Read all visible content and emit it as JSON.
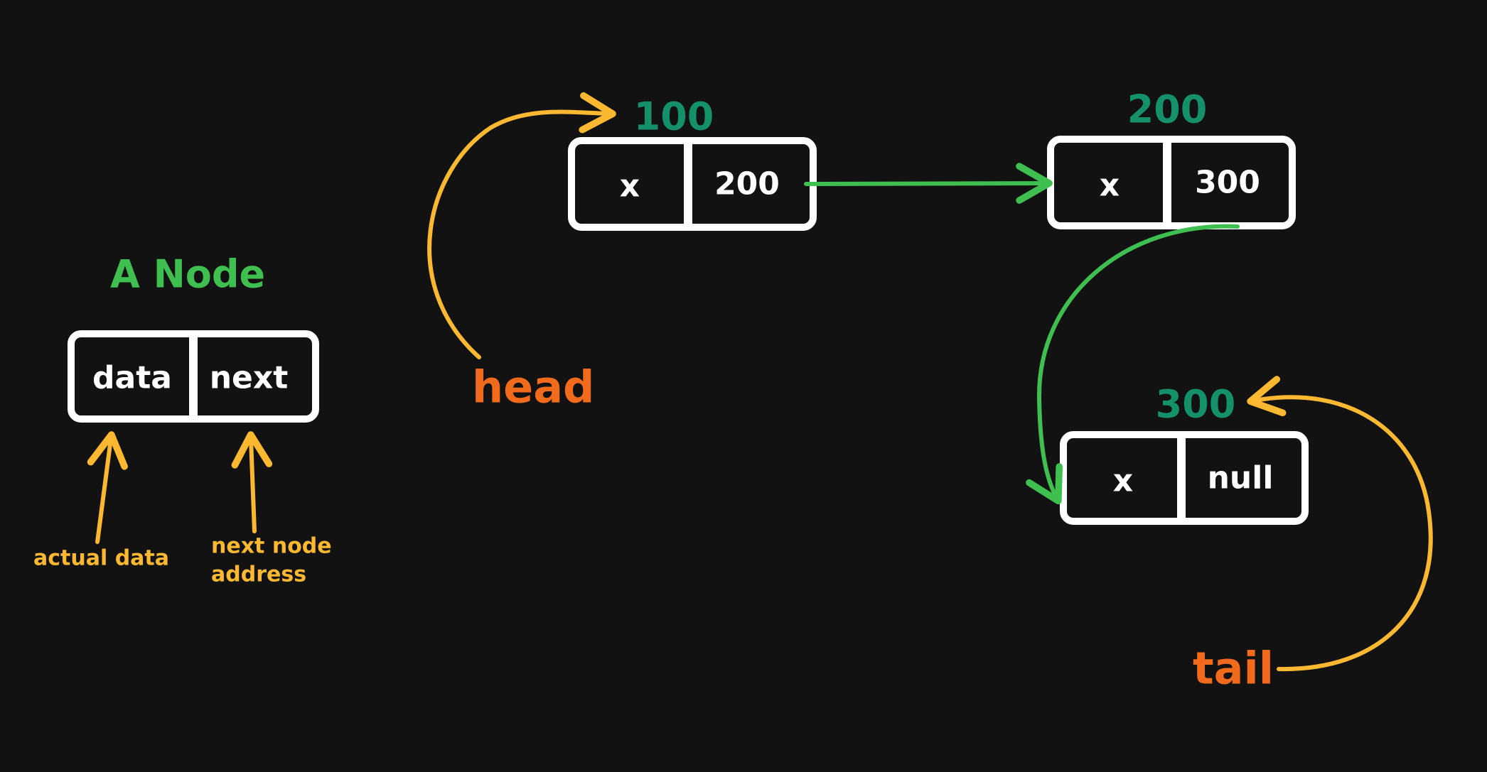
{
  "colors": {
    "background": "#121212",
    "box": "#ffffff",
    "node_title": "#3fbf4f",
    "address": "#14906a",
    "pointer_label": "#f26b1d",
    "annotation": "#fbb830",
    "link": "#3fbf4f"
  },
  "legend": {
    "title": "A Node",
    "data_field": "data",
    "next_field": "next",
    "data_note": "actual data",
    "next_note_line1": "next node",
    "next_note_line2": "address"
  },
  "pointers": {
    "head": "head",
    "tail": "tail"
  },
  "nodes": [
    {
      "address": "100",
      "data": "x",
      "next": "200"
    },
    {
      "address": "200",
      "data": "x",
      "next": "300"
    },
    {
      "address": "300",
      "data": "x",
      "next": "null"
    }
  ]
}
